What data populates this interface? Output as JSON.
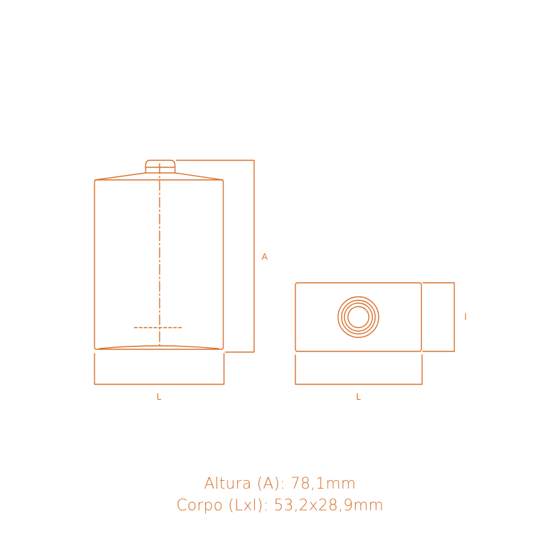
{
  "colors": {
    "stroke": "#d8702a",
    "text": "#d8702a"
  },
  "front_view": {
    "height_label": "A",
    "width_label": "L"
  },
  "top_view": {
    "width_label": "L",
    "depth_label": "l"
  },
  "specs": {
    "height_line": "Altura (A): 78,1mm",
    "body_line": "Corpo (Lxl): 53,2x28,9mm"
  }
}
